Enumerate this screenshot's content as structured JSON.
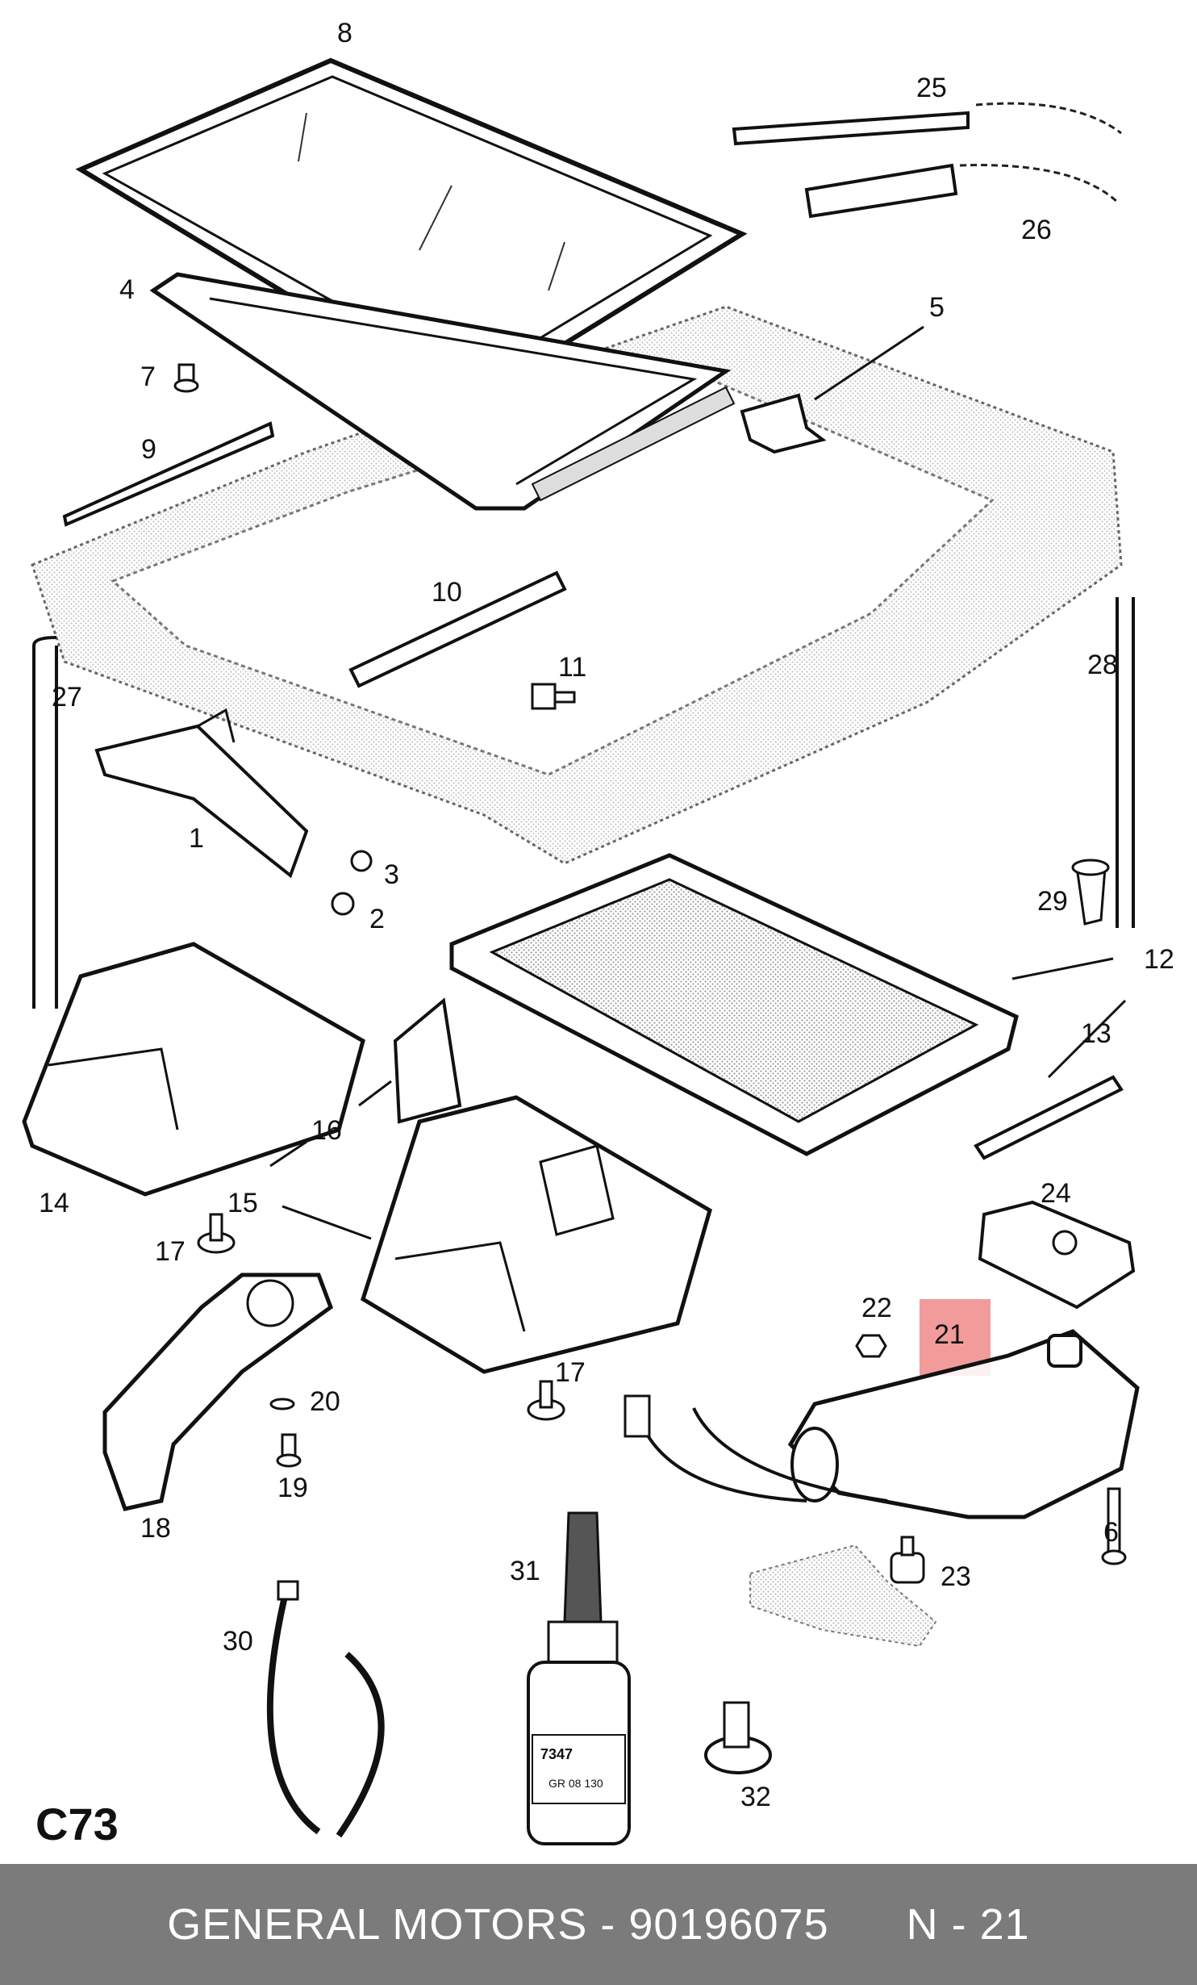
{
  "diagram": {
    "section_code": "C73",
    "highlight": {
      "label": "21",
      "color": "#f08a8a"
    },
    "callouts": [
      "1",
      "2",
      "3",
      "4",
      "5",
      "6",
      "7",
      "8",
      "9",
      "10",
      "11",
      "12",
      "13",
      "14",
      "15",
      "16",
      "17",
      "17",
      "18",
      "19",
      "20",
      "21",
      "22",
      "23",
      "24",
      "25",
      "26",
      "27",
      "28",
      "29",
      "30",
      "31",
      "32"
    ],
    "bottle_text": [
      "7347",
      "GR 08 130"
    ]
  },
  "footer": {
    "part_title": "GENERAL MOTORS - 90196075",
    "position": "N - 21",
    "background": "#7b7b7b"
  }
}
